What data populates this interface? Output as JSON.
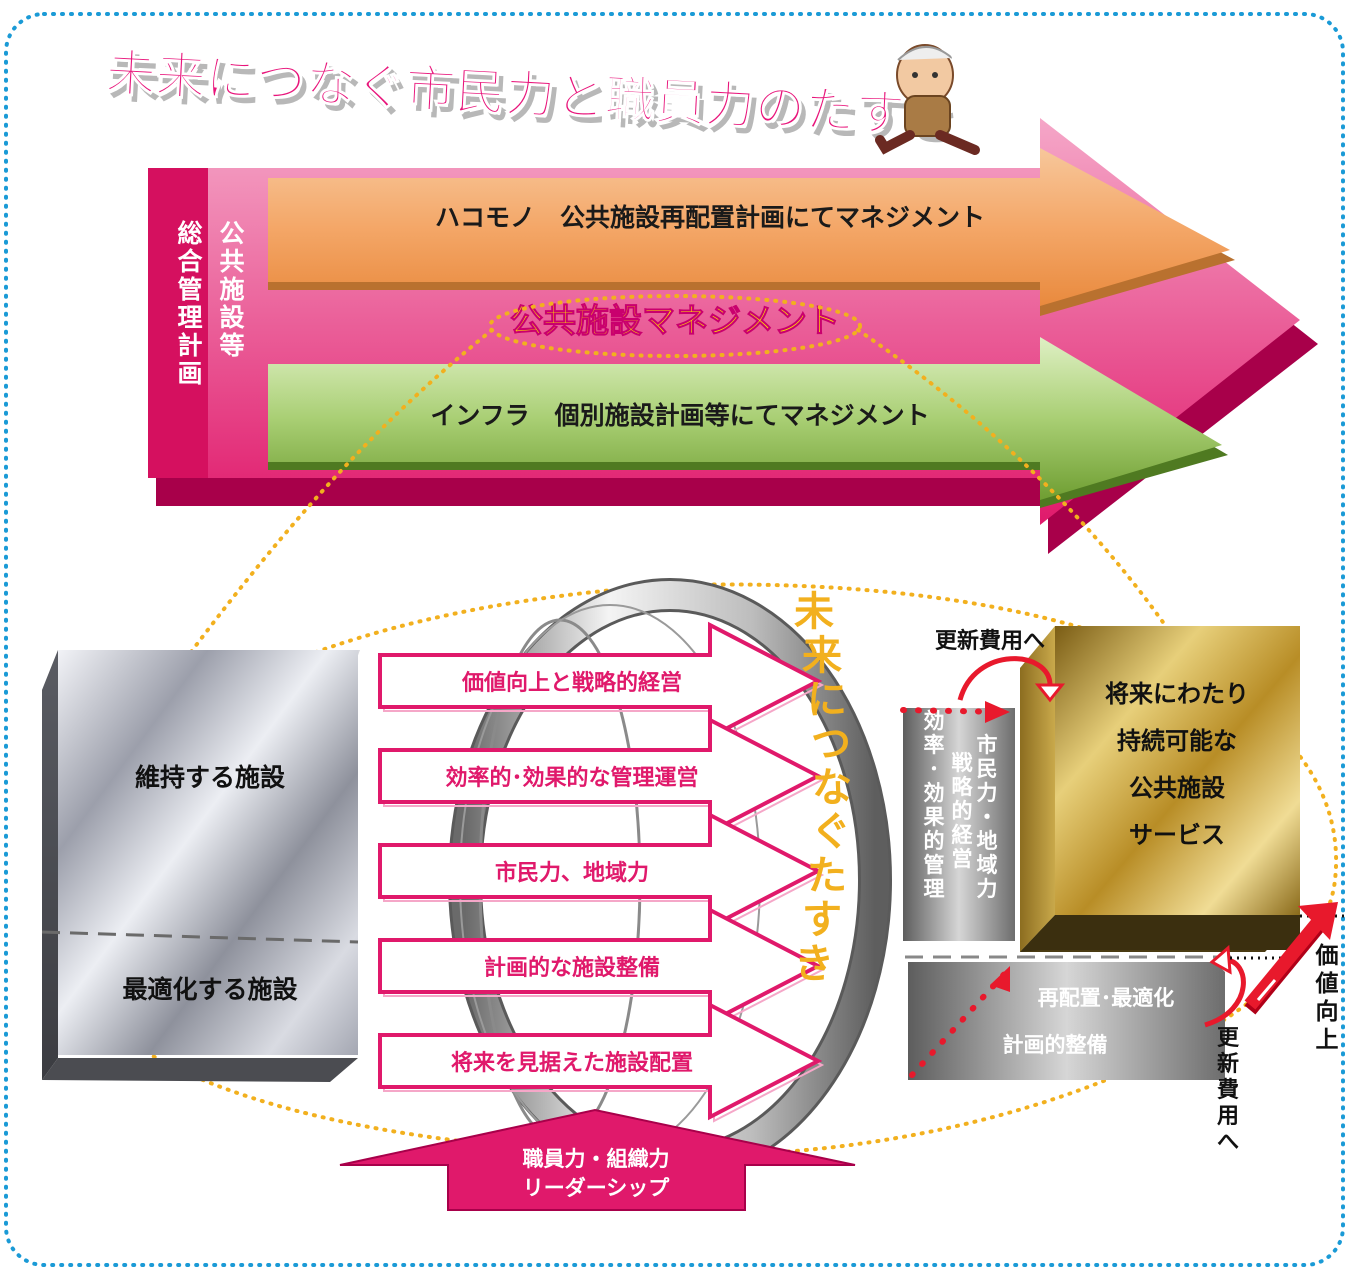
{
  "headline": "未来につなぐ市民力と職員力のたすき",
  "top_arrow": {
    "side_label_col1": "公共施設等",
    "side_label_col2": "総合管理計画",
    "hakomono": "ハコモノ　公共施設再配置計画にてマネジメント",
    "center": "公共施設マネジメント",
    "infra": "インフラ　個別施設計画等にてマネジメント"
  },
  "left_block": {
    "upper": "維持する施設",
    "lower": "最適化する施設"
  },
  "middle_arrows": [
    "価値向上と戦略的経営",
    "効率的･効果的な管理運営",
    "市民力、地域力",
    "計画的な施設整備",
    "将来を見据えた施設配置"
  ],
  "ring_text": "未来につなぐたすき",
  "bottom_arrow": {
    "line1": "職員力・組織力",
    "line2": "リーダーシップ"
  },
  "right": {
    "gold_lines": [
      "将来にわたり",
      "持続可能な",
      "公共施設",
      "サービス"
    ],
    "renewal_top": "更新費用へ",
    "renewal_side": "更新費用へ",
    "pillar_col1": "市民力・地域力",
    "pillar_col2": "戦略的経営",
    "pillar_col3": "効率･効果的管理",
    "base_line1": "再配置･最適化",
    "base_line2": "計画的整備",
    "value_up": "価値向上"
  },
  "colors": {
    "magenta": "#e0196b",
    "magenta_dark": "#a8004a",
    "orange": "#f4a15f",
    "green": "#86b24b",
    "gold": "#c79f2c",
    "yellow_text": "#ffe100",
    "dotted_blue": "#1a9ad6",
    "dotted_yellow": "#f2b01e",
    "red": "#e8192c"
  }
}
